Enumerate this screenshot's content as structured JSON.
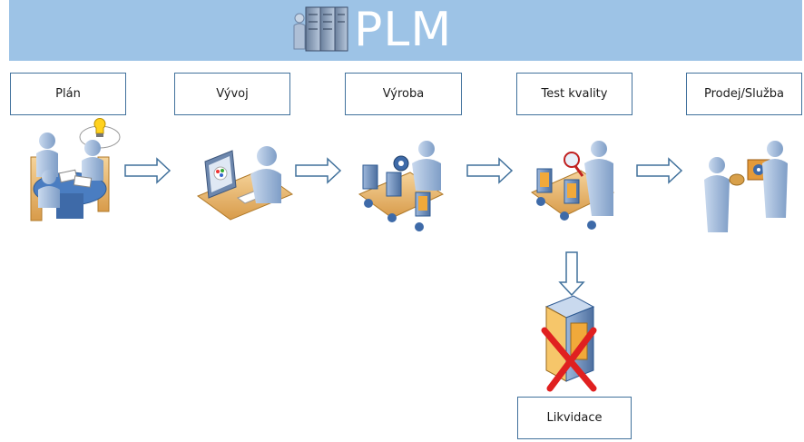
{
  "header": {
    "title": "PLM",
    "logo_icon": "server-rack-person-icon"
  },
  "stages": [
    {
      "label": "Plán",
      "icon": "meeting-idea-icon"
    },
    {
      "label": "Vývoj",
      "icon": "designer-computer-icon"
    },
    {
      "label": "Výroba",
      "icon": "production-line-icon"
    },
    {
      "label": "Test kvality",
      "icon": "quality-inspection-icon"
    },
    {
      "label": "Prodej/Služba",
      "icon": "sales-handover-icon"
    }
  ],
  "reject": {
    "label": "Likvidace",
    "icon": "discarded-box-icon"
  },
  "colors": {
    "banner": "#9dc3e6",
    "box_border": "#41719c",
    "arrow": "#41719c",
    "reject_cross": "#e02020"
  }
}
